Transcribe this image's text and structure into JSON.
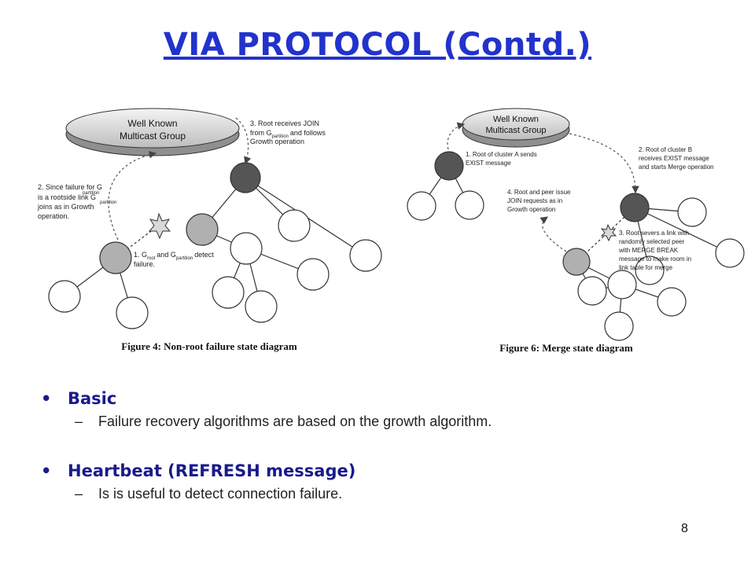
{
  "slide": {
    "title": "VIA PROTOCOL (Contd.)",
    "page_number": "8"
  },
  "figure4": {
    "group_line1": "Well Known",
    "group_line2": "Multicast Group",
    "caption": "Figure 4: Non-root failure state diagram",
    "ann3": [
      "3. Root receives JOIN",
      "from G",
      "partition",
      "and follows",
      "Growth operation"
    ],
    "ann2": [
      "2. Since failure for G",
      "partition",
      "is a rootside link  G",
      "partition",
      "joins as in Growth",
      "operation."
    ],
    "ann1": [
      "1. G",
      "root",
      "and G",
      "partition",
      "detect",
      "failure."
    ]
  },
  "figure6": {
    "group_line1": "Well Known",
    "group_line2": "Multicast Group",
    "caption": "Figure 6: Merge state diagram",
    "ann1": [
      "1. Root of cluster A sends",
      "EXIST message"
    ],
    "ann2": [
      "2. Root of cluster B",
      "receives EXIST message",
      "and starts Merge operation"
    ],
    "ann4": [
      "4. Root and peer issue",
      "JOIN requests as in",
      "Growth operation"
    ],
    "ann3": [
      "3. Root severs a link with",
      "randomly selected peer",
      "with MERGE BREAK",
      "message to make room in",
      "link table for merge"
    ]
  },
  "bullets": [
    {
      "heading": "Basic",
      "sub": "Failure recovery algorithms are based on the growth algorithm."
    },
    {
      "heading": "Heartbeat (REFRESH message)",
      "sub": "Is is useful to detect connection failure."
    }
  ],
  "symbols": {
    "bullet": "•",
    "dash": "–"
  },
  "colors": {
    "title": "#2233cc",
    "heading": "#1a1a8c",
    "root_node": "#555555",
    "partition_node": "#b0b0b0"
  }
}
